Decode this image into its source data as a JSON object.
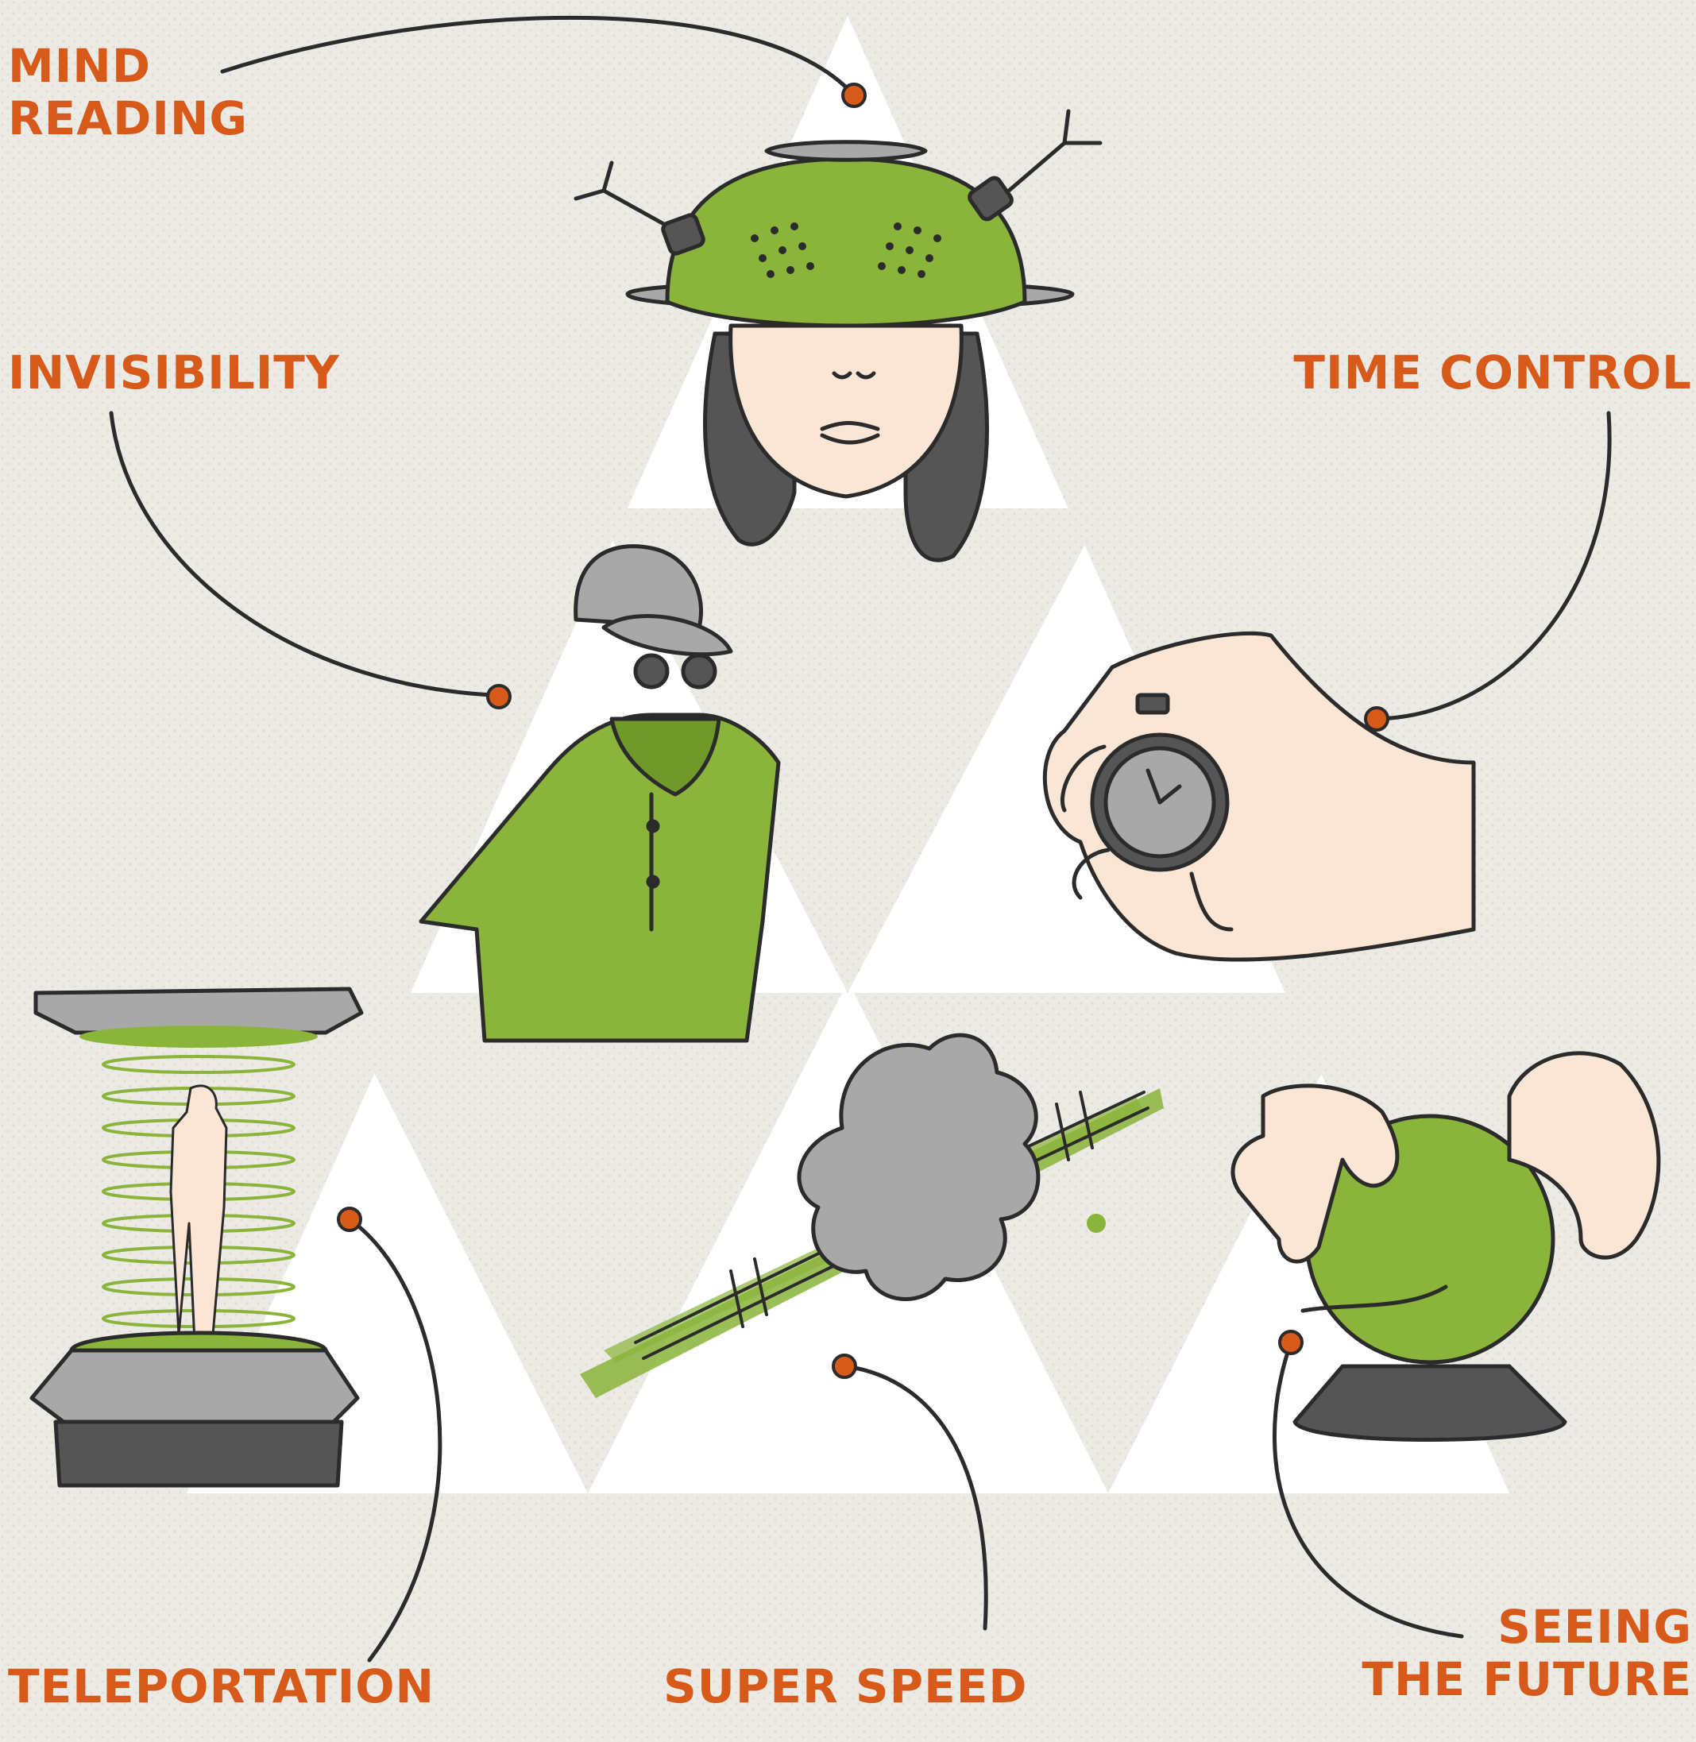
{
  "colors": {
    "background": "#eceae5",
    "triangle": "#ffffff",
    "label_orange": "#d85a1a",
    "accent_green": "#8ab43a",
    "outline": "#2b2b2b",
    "gray": "#a8a8a8",
    "skin": "#fbe6d6",
    "hair": "#555555"
  },
  "powers": {
    "mind_reading": {
      "line1": "MIND",
      "line2": "READING",
      "icon": "colander-antenna-helmet-icon"
    },
    "invisibility": {
      "label": "INVISIBILITY",
      "icon": "invisible-person-clothes-icon"
    },
    "time_control": {
      "label": "TIME CONTROL",
      "icon": "hand-stopwatch-icon"
    },
    "teleportation": {
      "label": "TELEPORTATION",
      "icon": "teleporter-pod-icon"
    },
    "super_speed": {
      "label": "SUPER SPEED",
      "icon": "speed-dust-cloud-icon"
    },
    "seeing_the_future": {
      "line1": "SEEING",
      "line2": "THE FUTURE",
      "icon": "crystal-ball-icon"
    }
  }
}
